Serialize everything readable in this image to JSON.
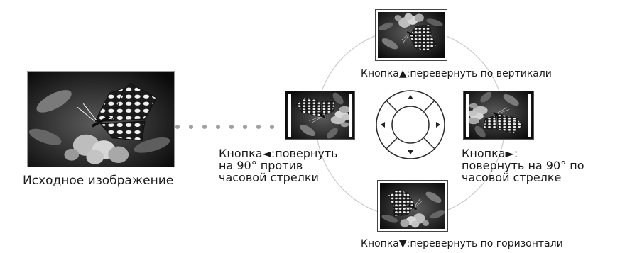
{
  "original": {
    "caption": "Исходное изображение"
  },
  "rotate_left": {
    "caption": "Кнопка◄:повернуть\nна 90° против\nчасовой стрелки"
  },
  "rotate_right": {
    "caption": "Кнопка►:\nповернуть на 90° по\nчасовой стрелке"
  },
  "flip_vertical": {
    "caption": "Кнопка▲:перевернуть по вертикали"
  },
  "flip_horizontal": {
    "caption": "Кнопка▼:перевернуть по горизонтали"
  },
  "dpad": {
    "up_arrow": "▲",
    "down_arrow": "▼",
    "left_arrow": "◄",
    "right_arrow": "►",
    "colors": {
      "outline": "#2a2a2a",
      "fill": "#ffffff"
    }
  },
  "icons": [
    "butterfly-photo-icon",
    "dpad-icon"
  ],
  "colors": {
    "connector": "#c8c8c8",
    "dots": "#a0a0a0",
    "text": "#1a1a1a"
  }
}
